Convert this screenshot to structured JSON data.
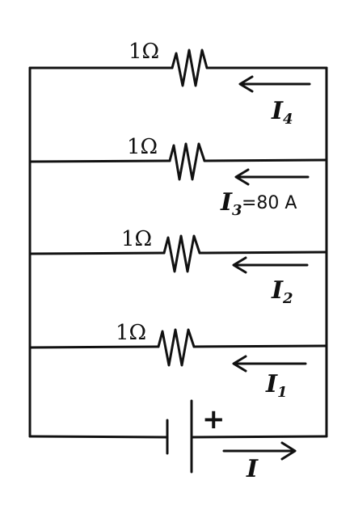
{
  "resistors": [
    {
      "label": "1Ω"
    },
    {
      "label": "1Ω"
    },
    {
      "label": "1Ω"
    },
    {
      "label": "1Ω"
    }
  ],
  "currents": [
    {
      "symbol": "I",
      "sub": "4",
      "value": ""
    },
    {
      "symbol": "I",
      "sub": "3",
      "value": "=80 A"
    },
    {
      "symbol": "I",
      "sub": "2",
      "value": ""
    },
    {
      "symbol": "I",
      "sub": "1",
      "value": ""
    }
  ],
  "battery": {
    "plus_sign": "+"
  },
  "total_current": {
    "symbol": "I"
  }
}
